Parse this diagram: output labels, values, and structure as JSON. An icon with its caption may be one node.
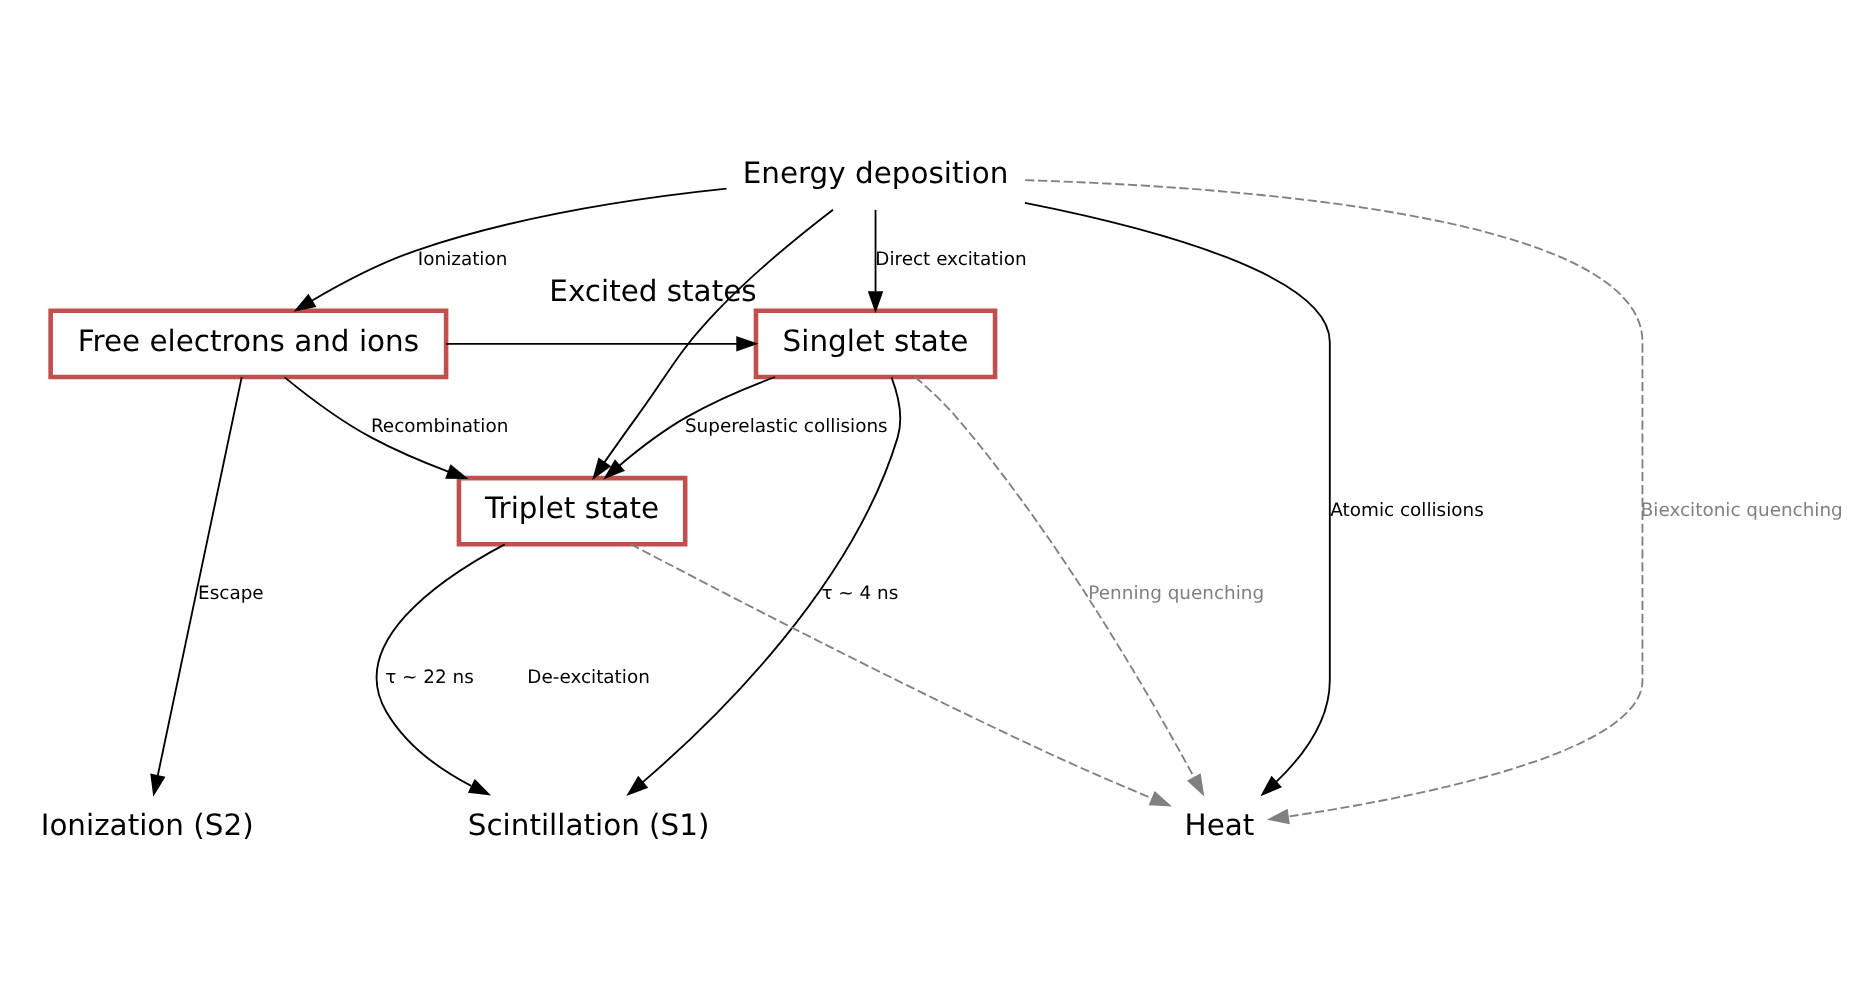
{
  "diagram": {
    "nodes": [
      {
        "text": [
          "Energy deposition"
        ]
      },
      {
        "text": [
          "Free electrons and ions"
        ]
      },
      {
        "text": [
          "Singlet state"
        ],
        "beside": [
          "Excited states"
        ]
      },
      {
        "text": [
          "Triplet state"
        ]
      },
      {
        "text": [
          "Ionization (S2)"
        ]
      },
      {
        "text": [
          "Scintillation (S1)"
        ]
      },
      {
        "text": [
          "Heat"
        ]
      }
    ],
    "edges": [
      {
        "from": 0,
        "to": 1,
        "arrow": "to",
        "label": "Ionization"
      },
      {
        "from": 0,
        "to": 2,
        "arrow": "to",
        "label": "Direct excitation"
      },
      {
        "from": 0,
        "to": 3,
        "arrow": "to"
      },
      {
        "from": 1,
        "to": 2,
        "arrow": "to"
      },
      {
        "from": 1,
        "to": 3,
        "arrow": "to",
        "label": "Recombination"
      },
      {
        "from": 0,
        "to": 6,
        "arrow": "to",
        "label": "Atomic collisions"
      },
      {
        "from": 0,
        "to": 6,
        "arrow": "to",
        "label": "Biexcitonic quenching",
        "style": "dashed",
        "color": "#808080"
      },
      {
        "from": 2,
        "to": 3,
        "arrow": "to",
        "label": "Superelastic collisions"
      },
      {
        "from": 2,
        "to": 6,
        "arrow": "to",
        "label": "Penning quenching",
        "style": "dashed",
        "color": "#808080"
      },
      {
        "from": 3,
        "to": 6,
        "arrow": "to",
        "style": "dashed",
        "color": "#808080"
      },
      {
        "from": 2,
        "to": 5,
        "arrow": "to",
        "label": "τ ~ 4 ns"
      },
      {
        "from": 3,
        "to": 5,
        "arrow": "to",
        "label": "τ ~ 22 ns"
      },
      {
        "from": 1,
        "to": 4,
        "arrow": "to",
        "label": "Escape"
      }
    ],
    "labels": [
      "De-excitation"
    ]
  }
}
